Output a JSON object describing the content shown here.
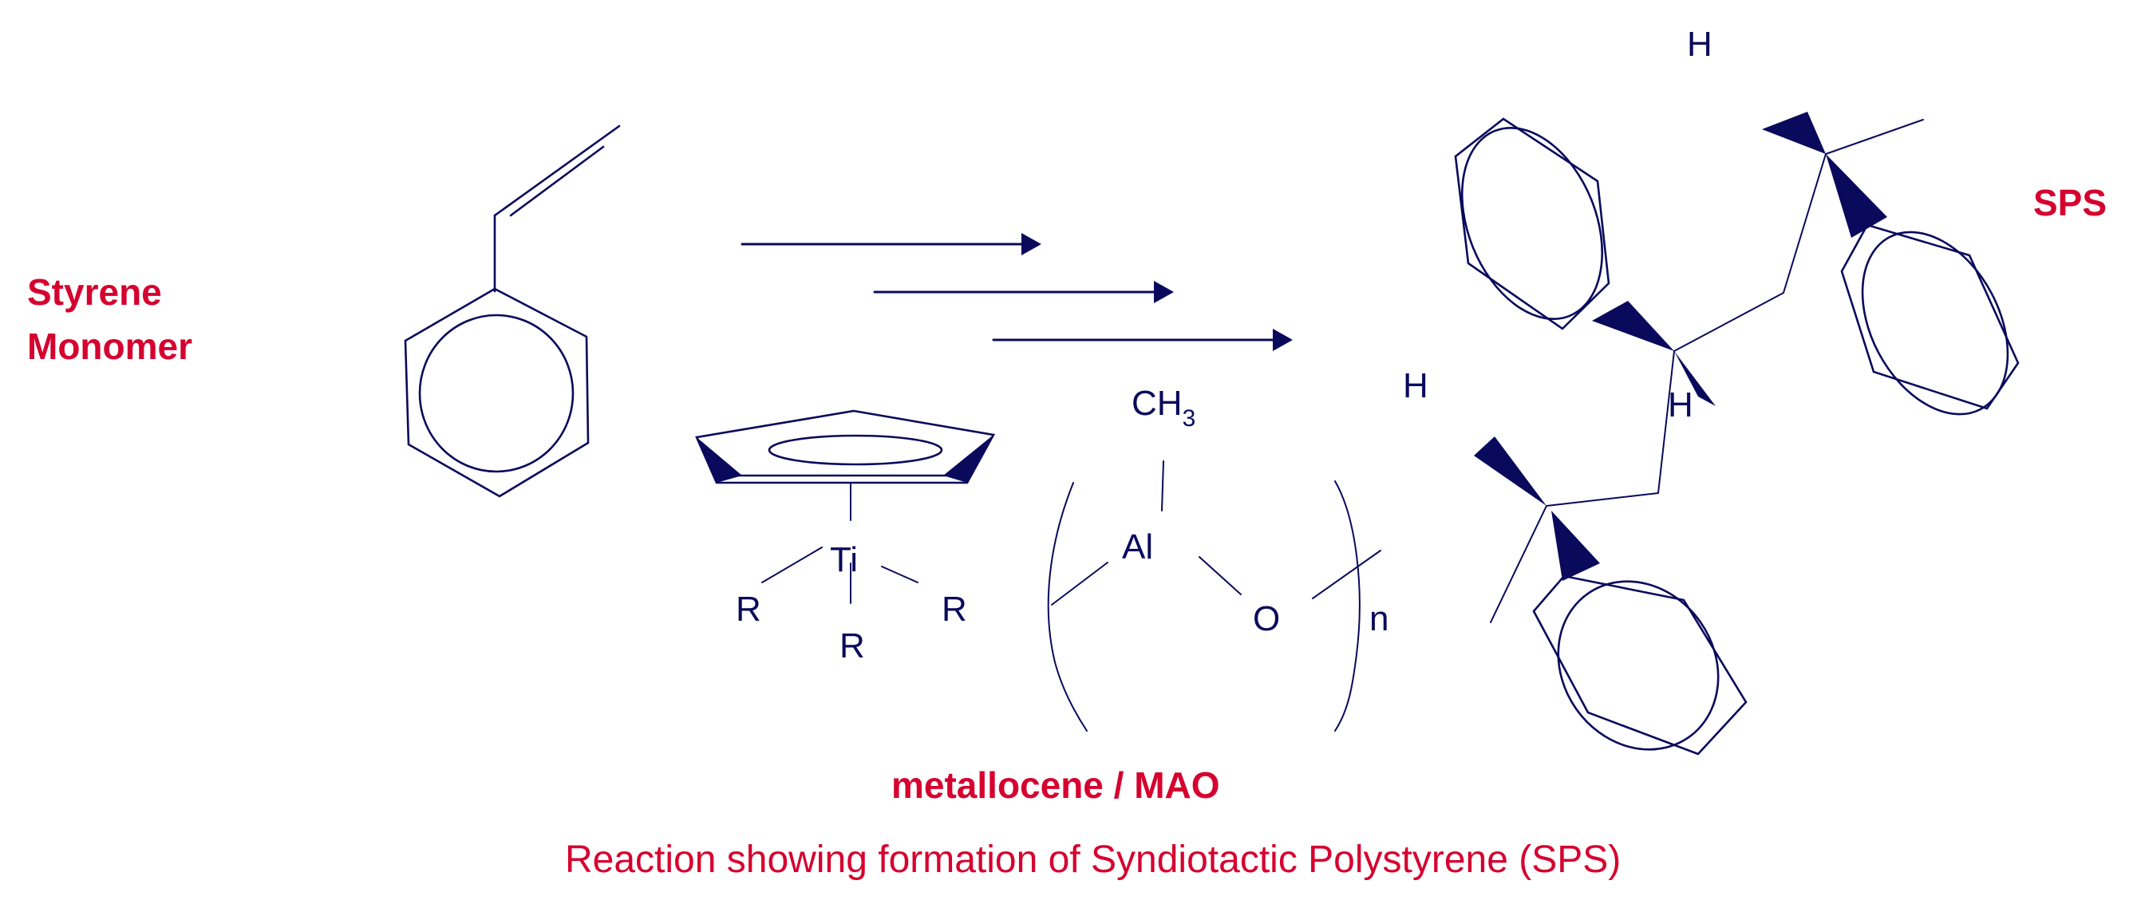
{
  "labels": {
    "reactant": [
      "Styrene",
      "Monomer"
    ],
    "product": "SPS",
    "catalyst": "metallocene / MAO",
    "caption": "Reaction showing formation of Syndiotactic Polystyrene (SPS)"
  },
  "catalyst_structure": {
    "metal": "Ti",
    "ligands": [
      "R",
      "R",
      "R"
    ],
    "cocatalyst": {
      "methyl_group": "CH",
      "methyl_subscript": "3",
      "aluminum": "Al",
      "oxygen": "O",
      "repeat_subscript": "n"
    }
  },
  "polymer_structure": {
    "hydrogen_labels": [
      "H",
      "H",
      "H"
    ]
  },
  "colors": {
    "structure": "#0a0a5c",
    "accent_red": "#d6002f",
    "background": "#ffffff"
  }
}
